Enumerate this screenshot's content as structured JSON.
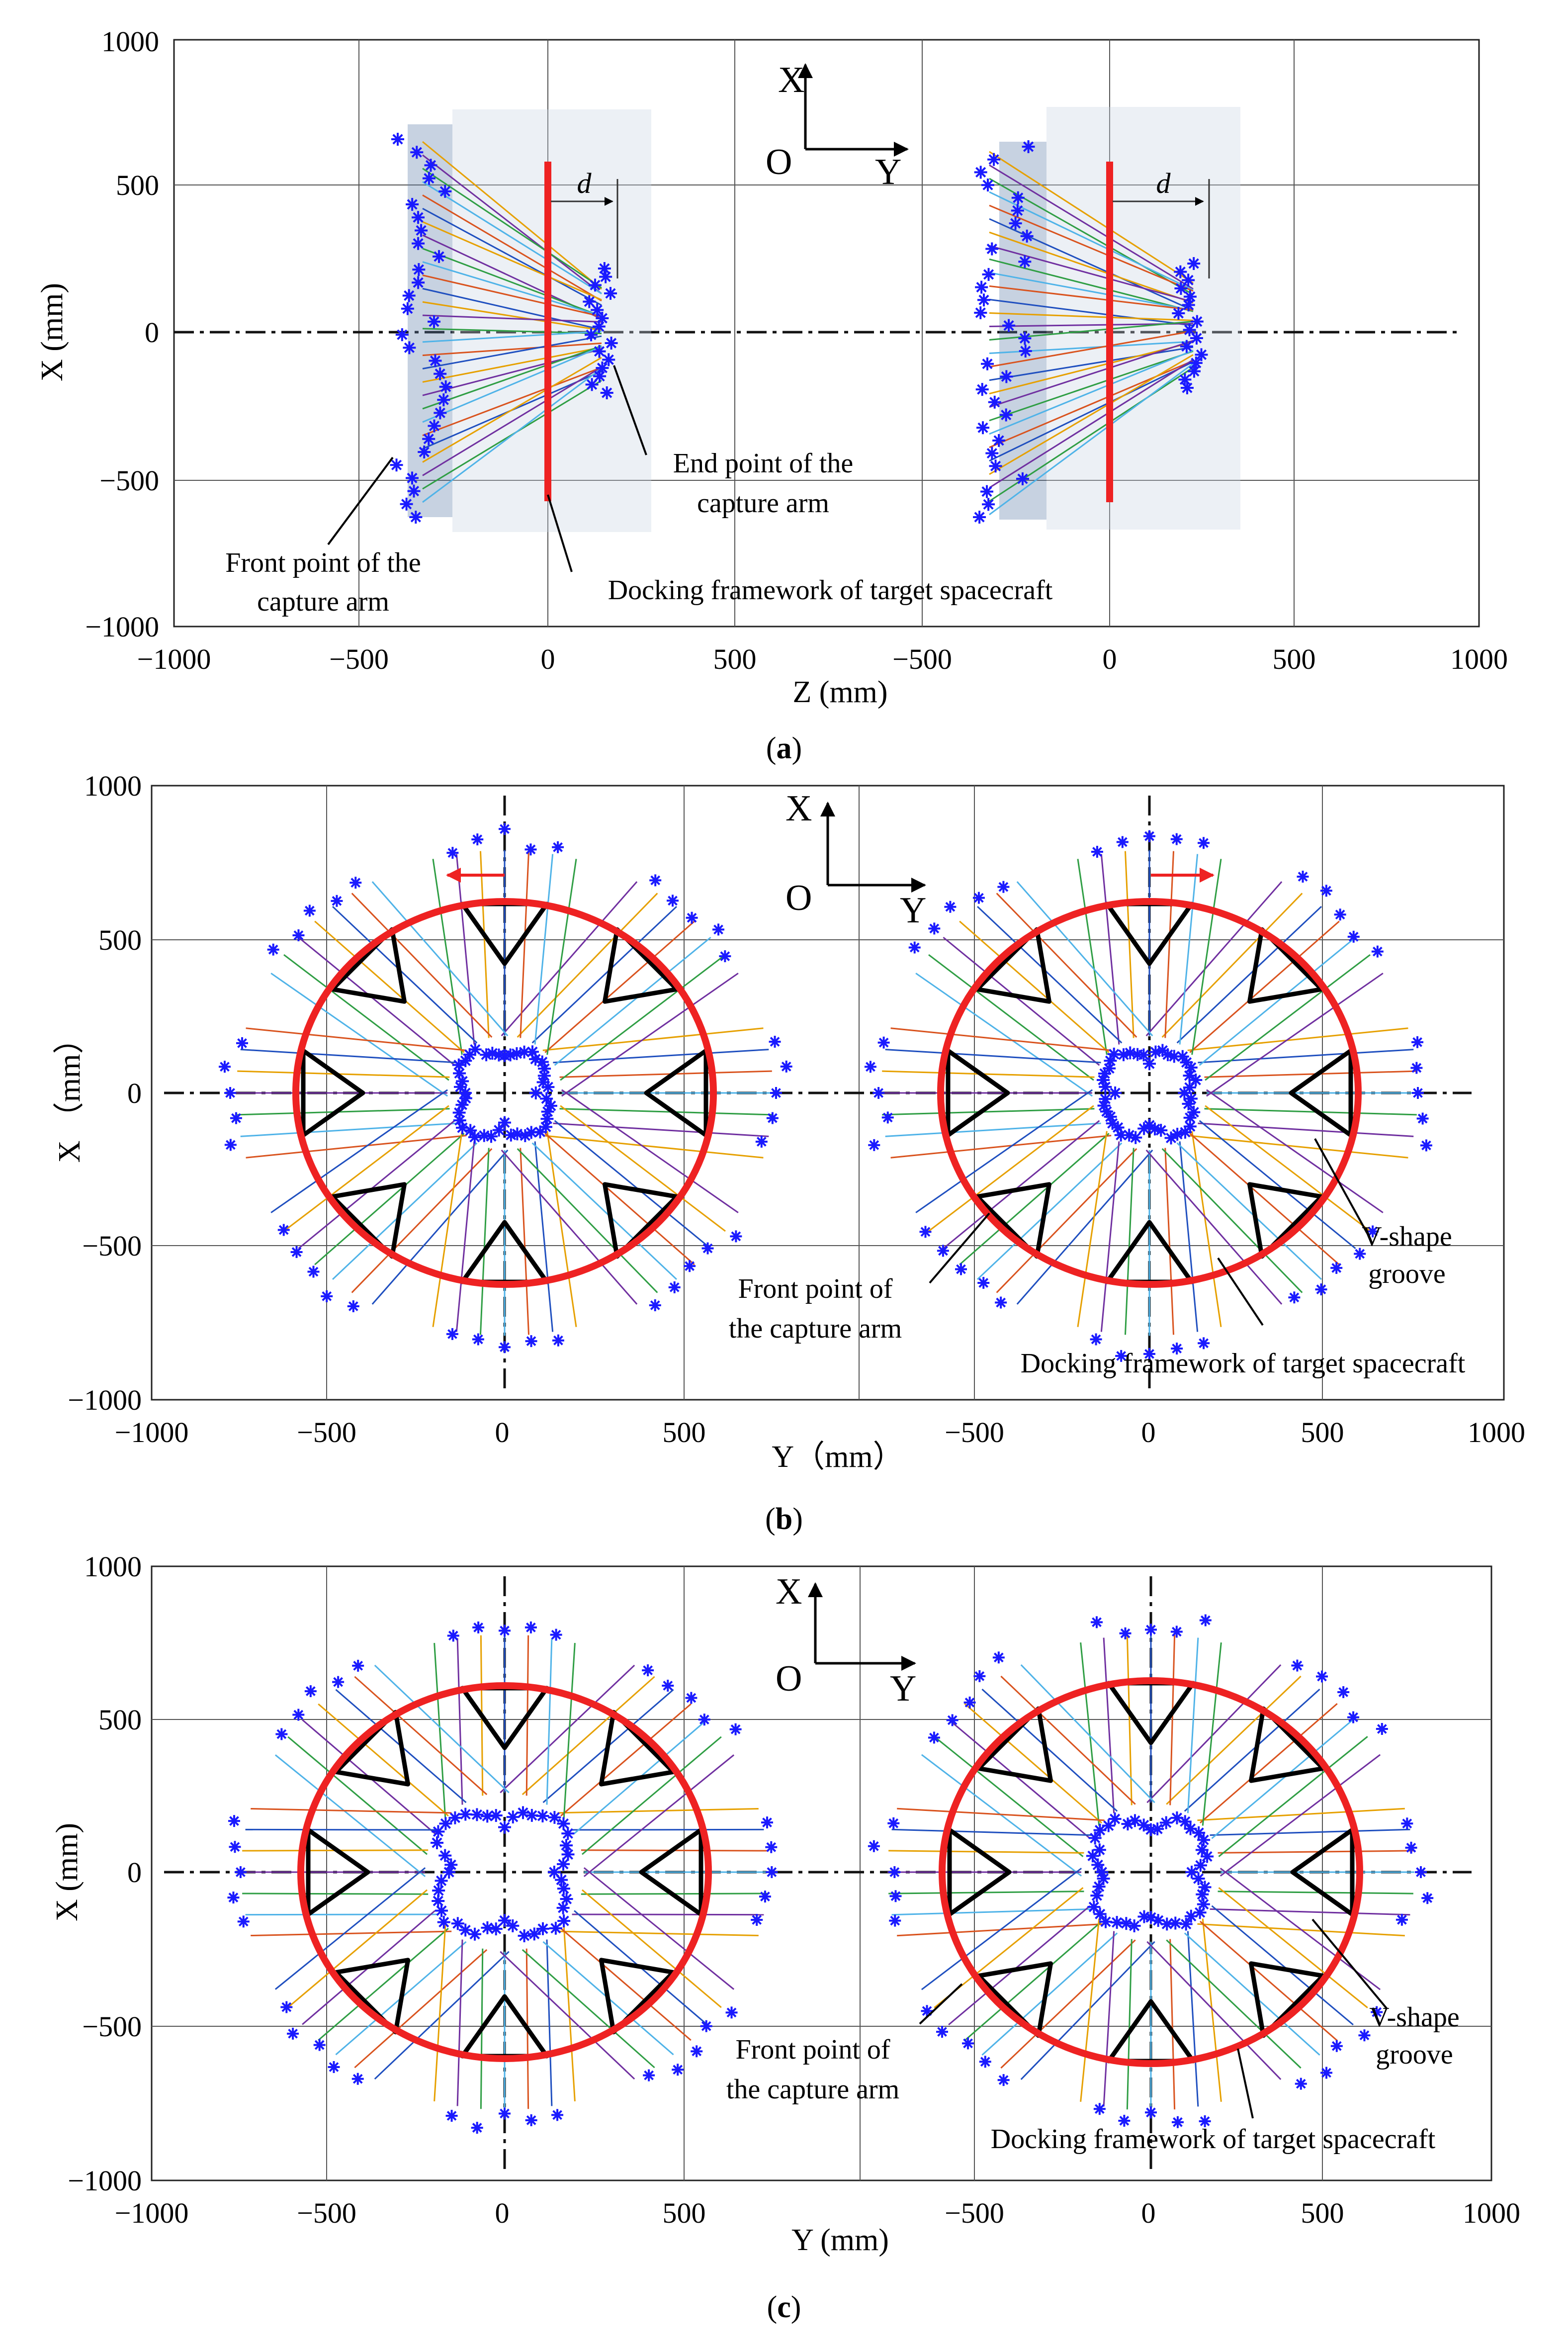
{
  "panels": {
    "a": {
      "caption_open": "(",
      "caption_letter": "a",
      "caption_close": ")",
      "xlabel": "Z (mm)",
      "ylabel": "X (mm)",
      "xticks": [
        "−1000",
        "−500",
        "0",
        "500",
        "−500",
        "0",
        "500",
        "1000"
      ],
      "yticks": [
        "1000",
        "500",
        "0",
        "−500",
        "−1000"
      ],
      "dimension_label": "d",
      "annotations": {
        "end_point": [
          "End point of the",
          "capture arm"
        ],
        "front_point": [
          "Front point of the",
          "capture arm"
        ],
        "docking": "Docking framework of target spacecraft"
      },
      "coord_frame": {
        "x": "X",
        "origin": "O",
        "y": "Y"
      }
    },
    "b": {
      "caption_open": "(",
      "caption_letter": "b",
      "caption_close": ")",
      "xlabel": "Y（mm）",
      "ylabel": "X （mm）",
      "xticks": [
        "−1000",
        "−500",
        "0",
        "500",
        "−500",
        "0",
        "500",
        "1000"
      ],
      "yticks": [
        "1000",
        "500",
        "0",
        "−500",
        "−1000"
      ],
      "annotations": {
        "front_point": [
          "Front point of",
          "the capture arm"
        ],
        "docking": "Docking framework of target spacecraft",
        "vgroove": [
          "V-shape",
          "groove"
        ]
      },
      "coord_frame": {
        "x": "X",
        "origin": "O",
        "y": "Y"
      }
    },
    "c": {
      "caption_open": "(",
      "caption_letter": "c",
      "caption_close": ")",
      "xlabel": "Y (mm)",
      "ylabel": "X (mm)",
      "xticks": [
        "−1000",
        "−500",
        "0",
        "500",
        "−500",
        "0",
        "500",
        "1000"
      ],
      "yticks": [
        "1000",
        "500",
        "0",
        "−500",
        "−1000"
      ],
      "annotations": {
        "front_point": [
          "Front point of",
          "the capture arm"
        ],
        "docking": "Docking framework of target spacecraft",
        "vgroove": [
          "V-shape",
          "groove"
        ]
      },
      "coord_frame": {
        "x": "X",
        "origin": "O",
        "y": "Y"
      }
    }
  },
  "colors": {
    "docking_framework": "#ee2222",
    "capture_points": "#1a1aff",
    "v_groove": "#000000",
    "arm_lines": [
      "#e6a000",
      "#7030a0",
      "#2f9e44",
      "#4fb3e8",
      "#d9531e",
      "#1f4fbf"
    ]
  },
  "icons": [
    "coordinate-axes-icon",
    "red-arrow-left-icon",
    "red-arrow-right-icon"
  ]
}
